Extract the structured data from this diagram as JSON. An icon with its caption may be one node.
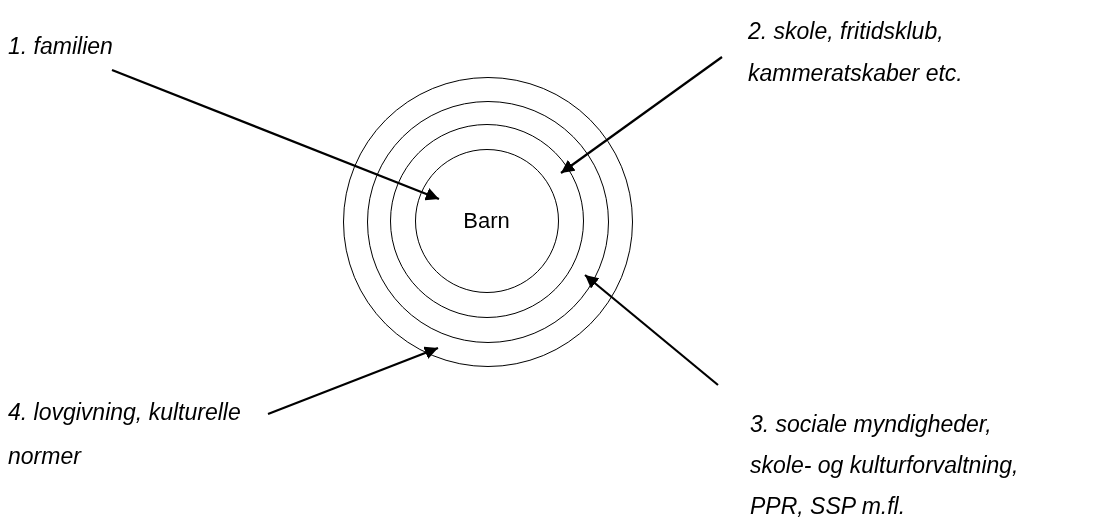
{
  "diagram": {
    "nodes": [
      {
        "text": [],
        "shape": "circle"
      },
      {
        "text": [],
        "shape": "circle",
        "in": 0
      },
      {
        "text": [],
        "shape": "circle",
        "in": 1
      },
      {
        "text": [
          "Barn"
        ],
        "in": 2
      },
      {
        "text": [
          "1. familien"
        ]
      },
      {
        "text": [
          "2. skole, fritidsklub, kammeratskaber etc."
        ]
      },
      {
        "text": [
          "4. lovgivning, kulturelle normer"
        ]
      },
      {
        "text": [
          "3. sociale myndigheder, skole- og kulturforvaltning, PPR, SSP m.fl."
        ]
      }
    ],
    "edges": [
      {
        "from": 4,
        "to": 3,
        "arrow": "to"
      },
      {
        "from": 5,
        "to": 2,
        "arrow": "to"
      },
      {
        "from": 7,
        "to": 1,
        "arrow": "to"
      },
      {
        "from": 6,
        "to": 0,
        "arrow": "to"
      }
    ]
  }
}
